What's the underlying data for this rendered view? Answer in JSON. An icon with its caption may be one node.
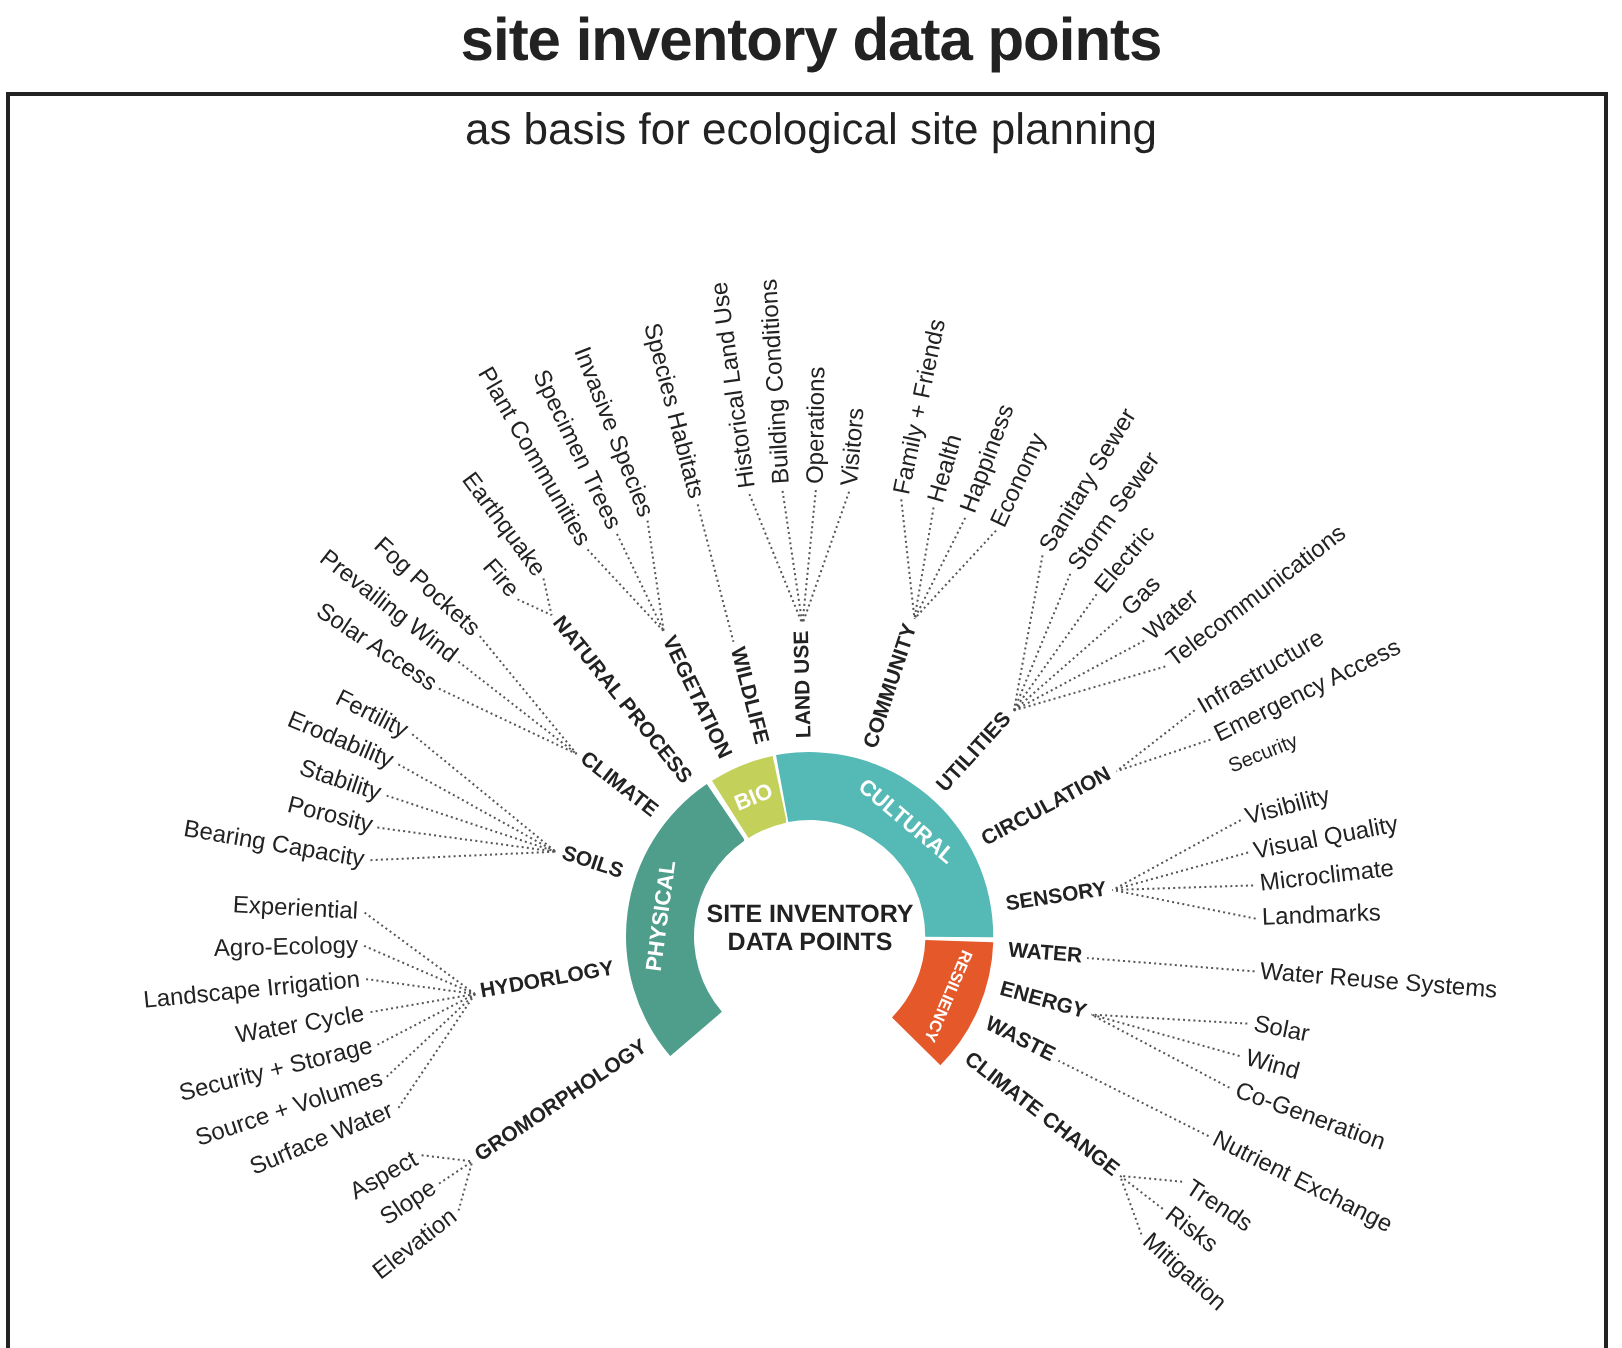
{
  "diagram": {
    "title": "site inventory data points",
    "nodes": [
      {
        "text": [
          "SITE INVENTORY DATA POINTS"
        ]
      },
      {
        "text": [
          "PHYSICAL"
        ]
      },
      {
        "text": [
          "BIO"
        ]
      },
      {
        "text": [
          "CULTURAL"
        ]
      },
      {
        "text": [
          "RESILIENCY"
        ]
      },
      {
        "text": [
          "GROMORPHOLOGY"
        ]
      },
      {
        "text": [
          "HYDORLOGY"
        ]
      },
      {
        "text": [
          "SOILS"
        ]
      },
      {
        "text": [
          "CLIMATE"
        ]
      },
      {
        "text": [
          "NATURAL PROCESS"
        ]
      },
      {
        "text": [
          "VEGETATION"
        ]
      },
      {
        "text": [
          "WILDLIFE"
        ]
      },
      {
        "text": [
          "LAND USE"
        ]
      },
      {
        "text": [
          "COMMUNITY"
        ]
      },
      {
        "text": [
          "UTILITIES"
        ]
      },
      {
        "text": [
          "CIRCULATION"
        ]
      },
      {
        "text": [
          "SENSORY"
        ]
      },
      {
        "text": [
          "WATER"
        ]
      },
      {
        "text": [
          "ENERGY"
        ]
      },
      {
        "text": [
          "WASTE"
        ]
      },
      {
        "text": [
          "CLIMATE CHANGE"
        ]
      },
      {
        "text": [
          "Elevation"
        ]
      },
      {
        "text": [
          "Slope"
        ]
      },
      {
        "text": [
          "Aspect"
        ]
      },
      {
        "text": [
          "Surface Water"
        ]
      },
      {
        "text": [
          "Source + Volumes"
        ]
      },
      {
        "text": [
          "Security + Storage"
        ]
      },
      {
        "text": [
          "Water Cycle"
        ]
      },
      {
        "text": [
          "Landscape Irrigation"
        ]
      },
      {
        "text": [
          "Agro-Ecology"
        ]
      },
      {
        "text": [
          "Experiential"
        ]
      },
      {
        "text": [
          "Bearing Capacity"
        ]
      },
      {
        "text": [
          "Porosity"
        ]
      },
      {
        "text": [
          "Stability"
        ]
      },
      {
        "text": [
          "Erodability"
        ]
      },
      {
        "text": [
          "Fertility"
        ]
      },
      {
        "text": [
          "Solar Access"
        ]
      },
      {
        "text": [
          "Prevailing Wind"
        ]
      },
      {
        "text": [
          "Fog Pockets"
        ]
      },
      {
        "text": [
          "Fire"
        ]
      },
      {
        "text": [
          "Earthquake"
        ]
      },
      {
        "text": [
          "Plant Communities"
        ]
      },
      {
        "text": [
          "Specimen Trees"
        ]
      },
      {
        "text": [
          "Invasive Species"
        ]
      },
      {
        "text": [
          "Species Habitats"
        ]
      },
      {
        "text": [
          "Historical Land Use"
        ]
      },
      {
        "text": [
          "Building Conditions"
        ]
      },
      {
        "text": [
          "Operations"
        ]
      },
      {
        "text": [
          "Visitors"
        ]
      },
      {
        "text": [
          "Family + Friends"
        ]
      },
      {
        "text": [
          "Health"
        ]
      },
      {
        "text": [
          "Happiness"
        ]
      },
      {
        "text": [
          "Economy"
        ]
      },
      {
        "text": [
          "Sanitary Sewer"
        ]
      },
      {
        "text": [
          "Storm Sewer"
        ]
      },
      {
        "text": [
          "Electric"
        ]
      },
      {
        "text": [
          "Gas"
        ]
      },
      {
        "text": [
          "Water"
        ]
      },
      {
        "text": [
          "Telecommunications"
        ]
      },
      {
        "text": [
          "Infrastructure"
        ]
      },
      {
        "text": [
          "Emergency Access"
        ]
      },
      {
        "text": [
          "Visibility"
        ]
      },
      {
        "text": [
          "Visual Quality"
        ]
      },
      {
        "text": [
          "Microclimate"
        ]
      },
      {
        "text": [
          "Landmarks"
        ]
      },
      {
        "text": [
          "Water Reuse Systems"
        ]
      },
      {
        "text": [
          "Solar"
        ]
      },
      {
        "text": [
          "Wind"
        ]
      },
      {
        "text": [
          "Co-Generation"
        ]
      },
      {
        "text": [
          "Nutrient Exchange"
        ]
      },
      {
        "text": [
          "Trends"
        ]
      },
      {
        "text": [
          "Risks"
        ]
      },
      {
        "text": [
          "Mitigation"
        ]
      }
    ],
    "edges": [
      {
        "from": 21,
        "to": 5,
        "arrow": "none"
      },
      {
        "from": 22,
        "to": 5,
        "arrow": "none"
      },
      {
        "from": 23,
        "to": 5,
        "arrow": "none"
      },
      {
        "from": 24,
        "to": 6,
        "arrow": "none"
      },
      {
        "from": 25,
        "to": 6,
        "arrow": "none"
      },
      {
        "from": 26,
        "to": 6,
        "arrow": "none"
      },
      {
        "from": 27,
        "to": 6,
        "arrow": "none"
      },
      {
        "from": 28,
        "to": 6,
        "arrow": "none"
      },
      {
        "from": 29,
        "to": 6,
        "arrow": "none"
      },
      {
        "from": 30,
        "to": 6,
        "arrow": "none"
      },
      {
        "from": 31,
        "to": 7,
        "arrow": "none"
      },
      {
        "from": 32,
        "to": 7,
        "arrow": "none"
      },
      {
        "from": 33,
        "to": 7,
        "arrow": "none"
      },
      {
        "from": 34,
        "to": 7,
        "arrow": "none"
      },
      {
        "from": 35,
        "to": 7,
        "arrow": "none"
      },
      {
        "from": 36,
        "to": 8,
        "arrow": "none"
      },
      {
        "from": 37,
        "to": 8,
        "arrow": "none"
      },
      {
        "from": 38,
        "to": 8,
        "arrow": "none"
      },
      {
        "from": 39,
        "to": 9,
        "arrow": "none"
      },
      {
        "from": 40,
        "to": 9,
        "arrow": "none"
      },
      {
        "from": 41,
        "to": 10,
        "arrow": "none"
      },
      {
        "from": 42,
        "to": 10,
        "arrow": "none"
      },
      {
        "from": 43,
        "to": 10,
        "arrow": "none"
      },
      {
        "from": 44,
        "to": 11,
        "arrow": "none"
      },
      {
        "from": 45,
        "to": 12,
        "arrow": "none"
      },
      {
        "from": 46,
        "to": 12,
        "arrow": "none"
      },
      {
        "from": 47,
        "to": 12,
        "arrow": "none"
      },
      {
        "from": 48,
        "to": 12,
        "arrow": "none"
      },
      {
        "from": 49,
        "to": 13,
        "arrow": "none"
      },
      {
        "from": 50,
        "to": 13,
        "arrow": "none"
      },
      {
        "from": 51,
        "to": 13,
        "arrow": "none"
      },
      {
        "from": 52,
        "to": 13,
        "arrow": "none"
      },
      {
        "from": 53,
        "to": 14,
        "arrow": "none"
      },
      {
        "from": 54,
        "to": 14,
        "arrow": "none"
      },
      {
        "from": 55,
        "to": 14,
        "arrow": "none"
      },
      {
        "from": 56,
        "to": 14,
        "arrow": "none"
      },
      {
        "from": 57,
        "to": 14,
        "arrow": "none"
      },
      {
        "from": 58,
        "to": 14,
        "arrow": "none"
      },
      {
        "from": 59,
        "to": 15,
        "arrow": "none"
      },
      {
        "from": 60,
        "to": 15,
        "arrow": "none"
      },
      {
        "from": 61,
        "to": 16,
        "arrow": "none"
      },
      {
        "from": 62,
        "to": 16,
        "arrow": "none"
      },
      {
        "from": 63,
        "to": 16,
        "arrow": "none"
      },
      {
        "from": 64,
        "to": 16,
        "arrow": "none"
      },
      {
        "from": 65,
        "to": 17,
        "arrow": "none"
      },
      {
        "from": 66,
        "to": 18,
        "arrow": "none"
      },
      {
        "from": 67,
        "to": 18,
        "arrow": "none"
      },
      {
        "from": 68,
        "to": 18,
        "arrow": "none"
      },
      {
        "from": 69,
        "to": 19,
        "arrow": "none"
      },
      {
        "from": 70,
        "to": 20,
        "arrow": "none"
      },
      {
        "from": 71,
        "to": 20,
        "arrow": "none"
      },
      {
        "from": 72,
        "to": 20,
        "arrow": "none"
      }
    ],
    "labels": [
      "as basis for ecological site planning",
      "Security"
    ]
  }
}
